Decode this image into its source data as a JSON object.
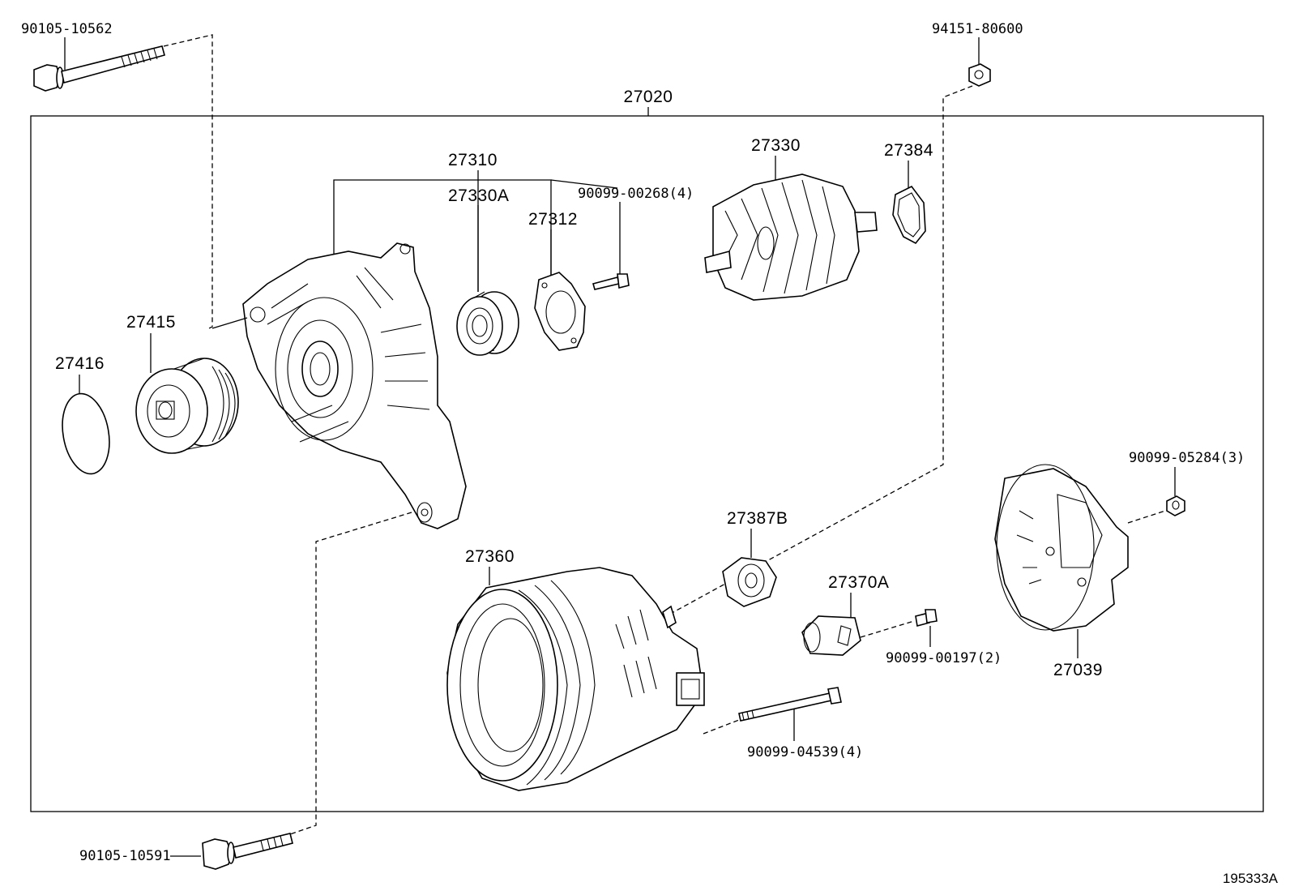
{
  "diagram": {
    "assembly_label": "27020",
    "reference_code": "195333A",
    "part_labels": {
      "bolt_top_left": "90105-10562",
      "nut_top_right": "94151-80600",
      "drive_end_frame": "27310",
      "bearing": "27330A",
      "retainer_plate": "27312",
      "screw_retainer": "90099-00268(4)",
      "rotor": "27330",
      "insulator_ring": "27384",
      "pulley": "27415",
      "pulley_cap": "27416",
      "rectifier_end_frame": "27360",
      "brush_holder_cover": "27387B",
      "regulator_terminal": "27370A",
      "screw_terminal": "90099-00197(2)",
      "through_bolt": "90099-04539(4)",
      "rear_cover_nut": "90099-05284(3)",
      "rear_end_cover": "27039",
      "bolt_bottom": "90105-10591"
    }
  }
}
